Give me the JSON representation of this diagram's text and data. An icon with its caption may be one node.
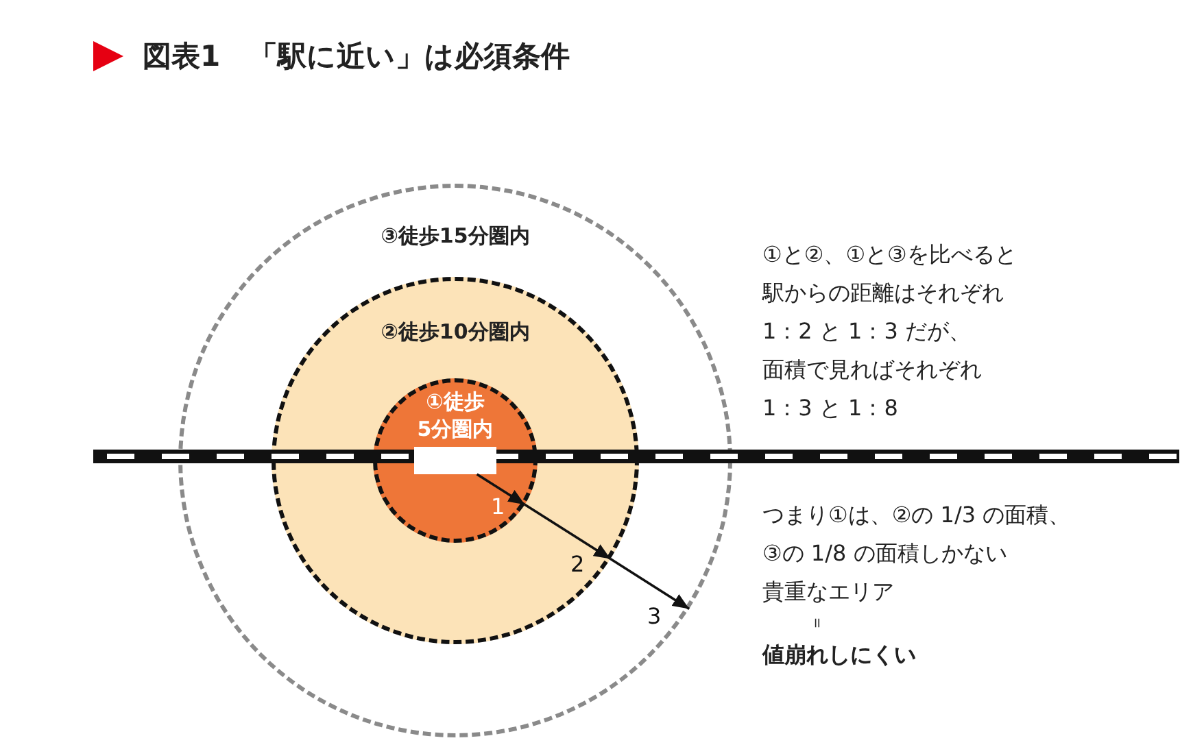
{
  "diagram": {
    "title": "図表1　「駅に近い」は必須条件",
    "nodes": [
      {
        "text": [
          "③徒歩15分圏内"
        ]
      },
      {
        "text": [
          "②徒歩10分圏内"
        ],
        "in": 0
      },
      {
        "text": [
          "①徒歩",
          "5分圏内"
        ],
        "in": 1
      },
      {
        "text": [],
        "shape": "box",
        "in": 2
      }
    ],
    "edges": [
      {
        "from": 3,
        "to": 2,
        "arrow": "to",
        "label": "1"
      },
      {
        "from": 2,
        "to": 1,
        "arrow": "to",
        "label": "2"
      },
      {
        "from": 1,
        "to": 0,
        "arrow": "to",
        "label": "3"
      }
    ],
    "labels": [
      "①と②、①と③を比べると",
      "駅からの距離はそれぞれ",
      "1：2 と 1：3 だが、",
      "面積で見ればそれぞれ",
      "1：3 と 1：8",
      "つまり①は、②の 1/3 の面積、",
      "③の 1/8 の面積しかない",
      "貴重なエリア",
      "＝",
      "値崩れしにくい"
    ]
  }
}
